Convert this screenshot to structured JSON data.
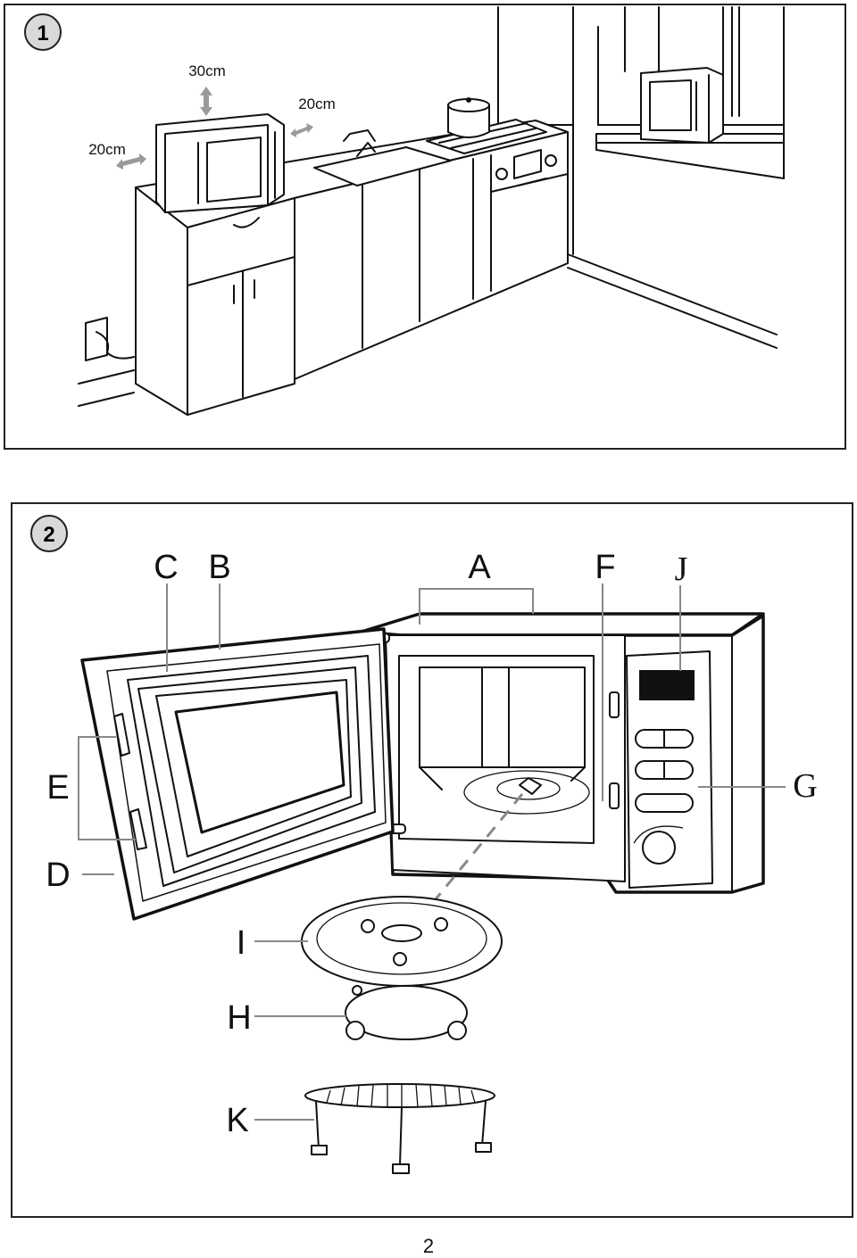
{
  "figure1": {
    "number": "1",
    "clearance_top": "30cm",
    "clearance_right": "20cm",
    "clearance_left": "20cm"
  },
  "figure2": {
    "number": "2",
    "labels": {
      "a": "A",
      "b": "B",
      "c": "C",
      "d": "D",
      "e": "E",
      "f": "F",
      "g": "G",
      "h": "H",
      "i": "I",
      "j": "J",
      "k": "K"
    }
  },
  "page_number": "2"
}
